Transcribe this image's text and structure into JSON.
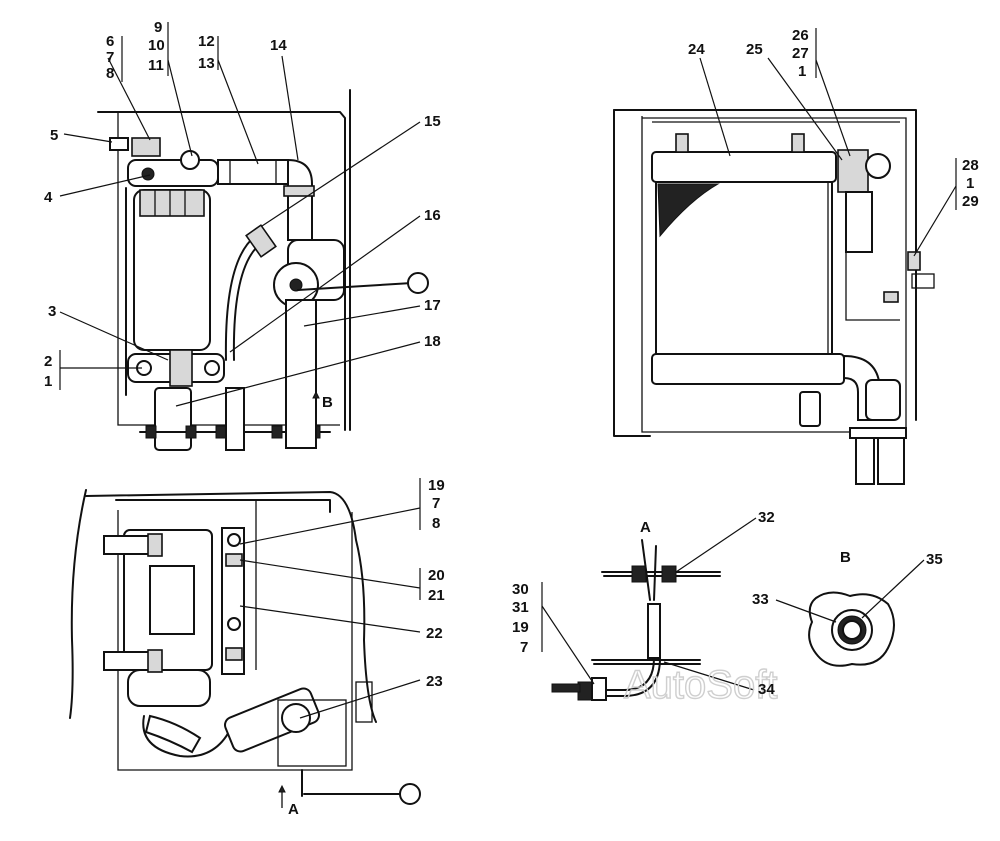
{
  "callouts": {
    "n1": "1",
    "n2": "2",
    "n3": "3",
    "n4": "4",
    "n5": "5",
    "n6": "6",
    "n7": "7",
    "n8": "8",
    "n9": "9",
    "n10": "10",
    "n11": "11",
    "n12": "12",
    "n13": "13",
    "n14": "14",
    "n15": "15",
    "n16": "16",
    "n17": "17",
    "n18": "18",
    "n19": "19",
    "n20": "20",
    "n21": "21",
    "n22": "22",
    "n23": "23",
    "n24": "24",
    "n25": "25",
    "n26": "26",
    "n27": "27",
    "n28": "28",
    "n29": "29",
    "n30": "30",
    "n31": "31",
    "n32": "32",
    "n33": "33",
    "n34": "34",
    "n35": "35"
  },
  "view_labels": {
    "arrow_b": "B",
    "arrow_a": "A",
    "view_a": "A",
    "view_b": "B"
  },
  "watermark": "AutoSoft"
}
